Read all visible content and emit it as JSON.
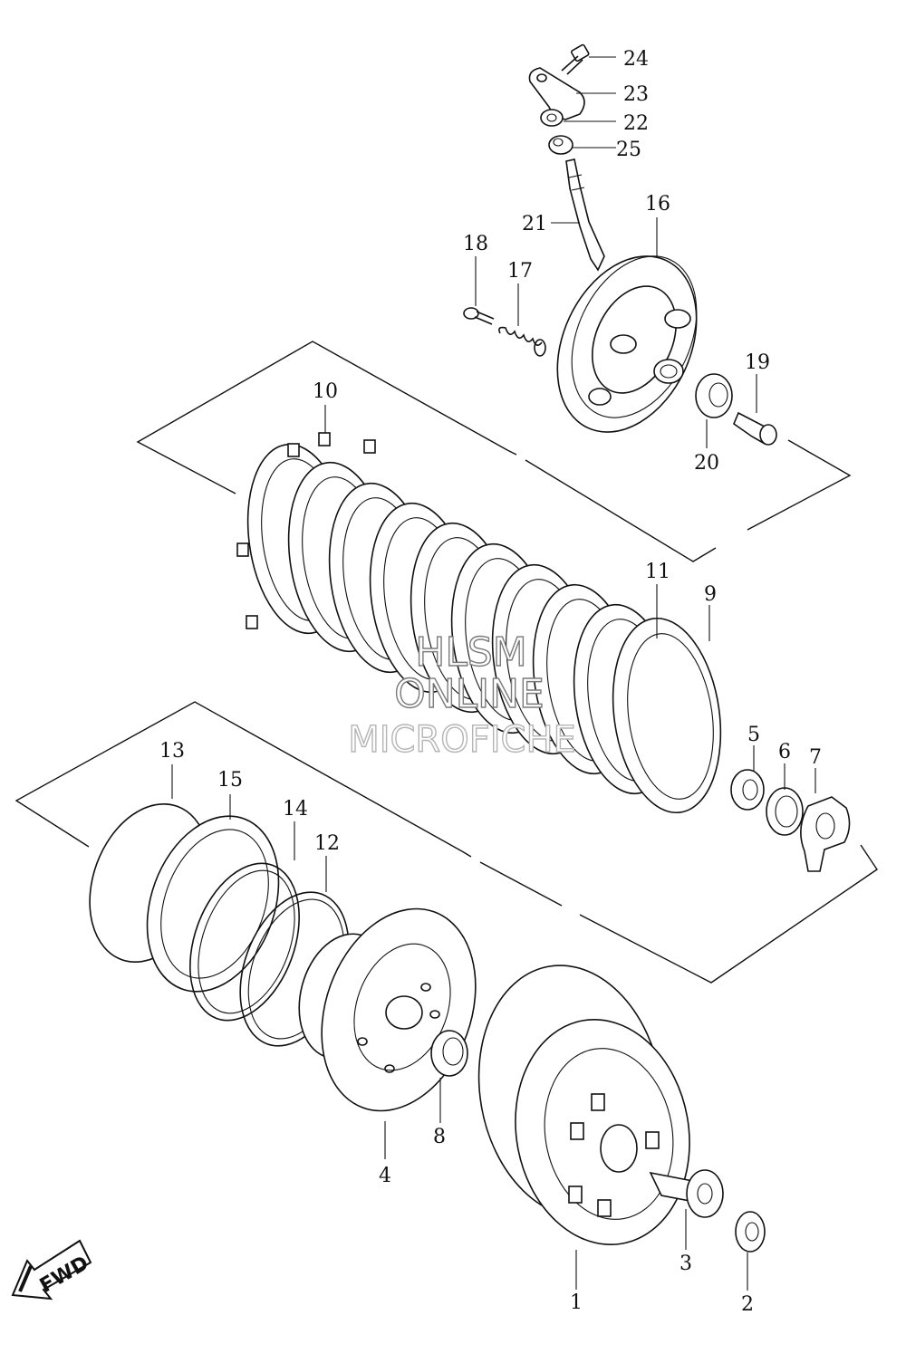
{
  "watermark": {
    "line1": "HLSM",
    "line2": "ONLINE",
    "line3": "MICROFICHE"
  },
  "direction_marker": {
    "label": "FWD",
    "icon": "arrow-forward-icon"
  },
  "callouts": [
    {
      "id": "1",
      "label": "1"
    },
    {
      "id": "2",
      "label": "2"
    },
    {
      "id": "3",
      "label": "3"
    },
    {
      "id": "4",
      "label": "4"
    },
    {
      "id": "5",
      "label": "5"
    },
    {
      "id": "6",
      "label": "6"
    },
    {
      "id": "7",
      "label": "7"
    },
    {
      "id": "8",
      "label": "8"
    },
    {
      "id": "9",
      "label": "9"
    },
    {
      "id": "10",
      "label": "10"
    },
    {
      "id": "11",
      "label": "11"
    },
    {
      "id": "12",
      "label": "12"
    },
    {
      "id": "13",
      "label": "13"
    },
    {
      "id": "14",
      "label": "14"
    },
    {
      "id": "15",
      "label": "15"
    },
    {
      "id": "16",
      "label": "16"
    },
    {
      "id": "17",
      "label": "17"
    },
    {
      "id": "18",
      "label": "18"
    },
    {
      "id": "19",
      "label": "19"
    },
    {
      "id": "20",
      "label": "20"
    },
    {
      "id": "21",
      "label": "21"
    },
    {
      "id": "22",
      "label": "22"
    },
    {
      "id": "23",
      "label": "23"
    },
    {
      "id": "24",
      "label": "24"
    },
    {
      "id": "25",
      "label": "25"
    }
  ]
}
